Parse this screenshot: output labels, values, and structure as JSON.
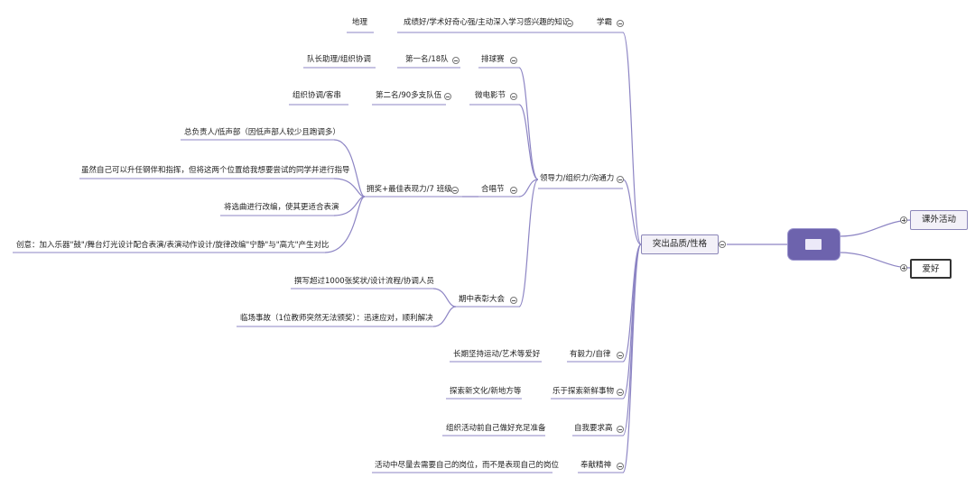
{
  "root": {
    "icon": "image-placeholder"
  },
  "branches": {
    "extracurricular": "课外活动",
    "hobbies": "爱好",
    "qualities": "突出品质/性格"
  },
  "qualities": {
    "scholar": {
      "label": "学霸",
      "detail": "成绩好/学术好奇心强/主动深入学习感兴趣的知识",
      "extra": "地理"
    },
    "leadership": {
      "label": "领导力/组织力/沟通力",
      "football": {
        "label": "排球赛",
        "result": "第一名/18队",
        "role": "队长助理/组织协调"
      },
      "film": {
        "label": "微电影节",
        "result": "第二名/90多支队伍",
        "role": "组织协调/客串"
      },
      "chorus": {
        "label": "合唱节",
        "result": "拥奖+最佳表现力/7 班级",
        "items": [
          "总负责人/低声部（因低声部人较少且跑调多）",
          "虽然自己可以升任钢伴和指挥，但将这两个位置给我想要尝试的同学并进行指导",
          "将选曲进行改编，使其更适合表演",
          "创意：加入乐器\"鼓\"/舞台灯光设计配合表演/表演动作设计/旋律改编\"宁静\"与\"高亢\"产生对比"
        ]
      },
      "show": {
        "label": "期中表彰大会",
        "items": [
          "撰写超过1000张奖状/设计流程/协调人员",
          "临场事故（1位教师突然无法颁奖）：迅速应对，顺利解决"
        ]
      }
    },
    "perseverance": {
      "label": "有毅力/自律",
      "detail": "长期坚持运动/艺术等爱好"
    },
    "curious": {
      "label": "乐于探索新鲜事物",
      "detail": "探索新文化/新地方等"
    },
    "self_demanding": {
      "label": "自我要求高",
      "detail": "组织活动前自己做好充足准备"
    },
    "dedication": {
      "label": "奉献精神",
      "detail": "活动中尽量去需要自己的岗位，而不是表现自己的岗位"
    }
  }
}
